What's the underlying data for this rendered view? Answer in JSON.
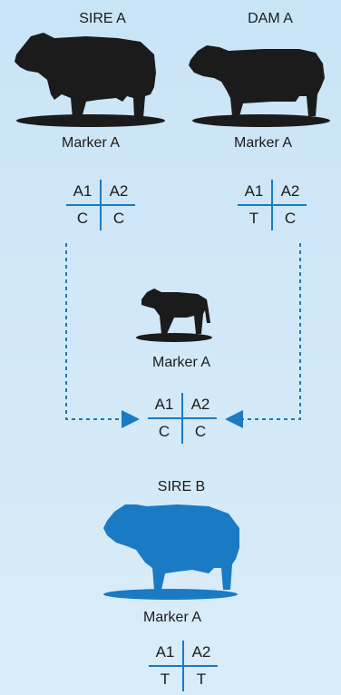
{
  "sire_a": {
    "title": "SIRE A",
    "marker": "Marker A",
    "grid": {
      "h1": "A1",
      "h2": "A2",
      "v1": "C",
      "v2": "C"
    }
  },
  "dam_a": {
    "title": "DAM A",
    "marker": "Marker A",
    "grid": {
      "h1": "A1",
      "h2": "A2",
      "v1": "T",
      "v2": "C"
    }
  },
  "calf": {
    "marker": "Marker A",
    "grid": {
      "h1": "A1",
      "h2": "A2",
      "v1": "C",
      "v2": "C"
    }
  },
  "sire_b": {
    "title": "SIRE B",
    "marker": "Marker A",
    "grid": {
      "h1": "A1",
      "h2": "A2",
      "v1": "T",
      "v2": "T"
    }
  },
  "colors": {
    "background": "#cfe7f8",
    "accent": "#1a7ac4",
    "silhouette_dark": "#1b1b1b",
    "silhouette_blue": "#1a7ac4"
  }
}
